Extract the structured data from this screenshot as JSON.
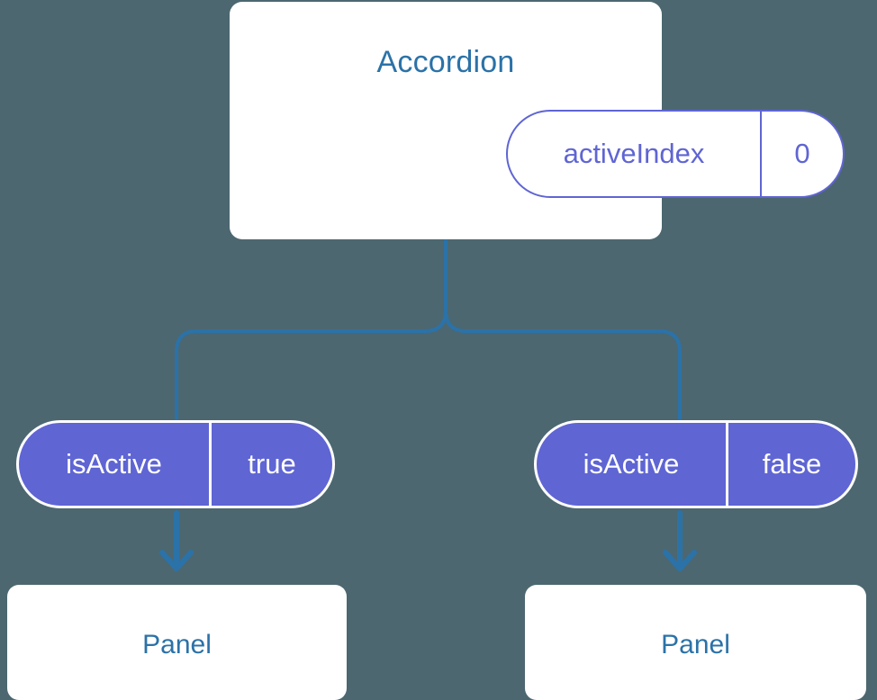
{
  "diagram": {
    "type": "component-tree",
    "background_color": "#4c6770",
    "accent_blue": "#2b72a8",
    "accent_indigo": "#5f65d3",
    "root": {
      "title": "Accordion",
      "prop": {
        "key": "activeIndex",
        "value": "0"
      }
    },
    "branches": [
      {
        "side": "left",
        "prop": {
          "key": "isActive",
          "value": "true"
        },
        "child": {
          "title": "Panel"
        }
      },
      {
        "side": "right",
        "prop": {
          "key": "isActive",
          "value": "false"
        },
        "child": {
          "title": "Panel"
        }
      }
    ]
  }
}
